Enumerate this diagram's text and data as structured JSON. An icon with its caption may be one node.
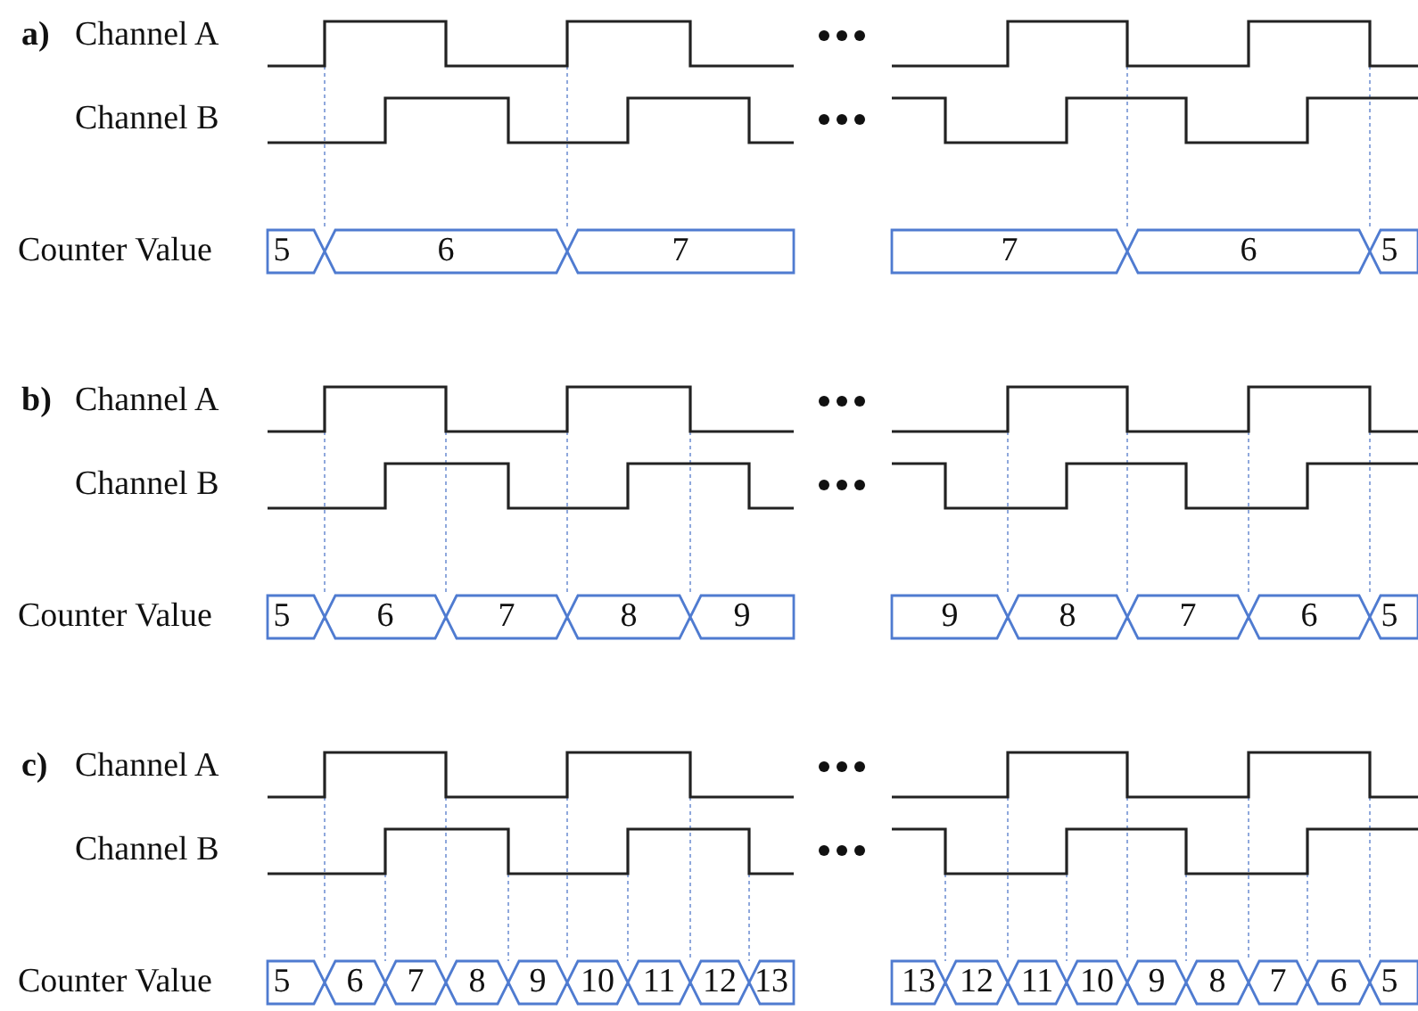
{
  "diagram": {
    "labels": [
      "a)",
      "Channel A",
      "Channel B",
      "Counter Value",
      "5",
      "6",
      "7",
      "7",
      "6",
      "5",
      "b)",
      "Channel A",
      "Channel B",
      "Counter Value",
      "5",
      "6",
      "7",
      "8",
      "9",
      "9",
      "8",
      "7",
      "6",
      "5",
      "c)",
      "Channel A",
      "Channel B",
      "Counter Value",
      "5",
      "6",
      "7",
      "8",
      "9",
      "10",
      "11",
      "12",
      "13",
      "13",
      "12",
      "11",
      "10",
      "9",
      "8",
      "7",
      "6",
      "5"
    ]
  }
}
